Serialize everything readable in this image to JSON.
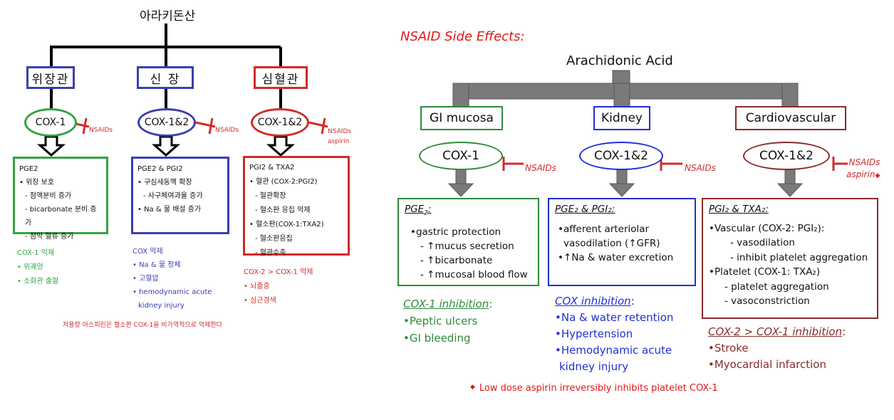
{
  "left": {
    "root": "아라키돈산",
    "branches": [
      {
        "title": "위장관",
        "color": "#3a3fae",
        "enzyme": "COX-1",
        "enzyme_color": "#2fa640",
        "inhibitors": [
          "NSAIDs"
        ],
        "mediator": "PGE2",
        "effects": [
          "• 위장 보호",
          "  - 점액분비 증가",
          "  - bicarbonate 분비 증가",
          "  - 점막 혈류 증가"
        ],
        "box_color": "#2fa640",
        "inhibition_title": "COX-1 억제",
        "inhibition_color": "#2fa640",
        "inhibition_items": [
          "• 위궤양",
          "• 소화관 출혈"
        ]
      },
      {
        "title": "신 장",
        "color": "#3a3fae",
        "enzyme": "COX-1&2",
        "enzyme_color": "#3a3fae",
        "inhibitors": [
          "NSAIDs"
        ],
        "mediator": "PGE2 & PGI2",
        "effects": [
          "• 구심세동맥 확장",
          "  - 사구체여과율 증가",
          "• Na & 물 배설 증가"
        ],
        "box_color": "#3a3fae",
        "inhibition_title": "COX 억제",
        "inhibition_color": "#3a3fae",
        "inhibition_items": [
          "• Na & 물 정체",
          "• 고혈압",
          "• hemodynamic acute",
          "  kidney injury"
        ]
      },
      {
        "title": "심혈관",
        "color": "#d22b2b",
        "enzyme": "COX-1&2",
        "enzyme_color": "#d22b2b",
        "inhibitors": [
          "NSAIDs",
          "aspirin"
        ],
        "mediator": "PGI2 & TXA2",
        "effects": [
          "• 혈관 (COX-2:PGI2)",
          "  - 혈관확장",
          "  - 혈소판 응집 억제",
          "• 혈소판(COX-1:TXA2)",
          "  - 혈소판응집",
          "  - 혈관수축"
        ],
        "box_color": "#d22b2b",
        "inhibition_title": "COX-2 > COX-1 억제",
        "inhibition_color": "#d22b2b",
        "inhibition_items": [
          "• 뇌졸중",
          "• 심근경색"
        ]
      }
    ],
    "footnote": "저용량 아스피린은 혈소판 COX-1을 비가역적으로 억제한다"
  },
  "right": {
    "title": "NSAID Side Effects:",
    "root": "Arachidonic Acid",
    "branches": [
      {
        "title": "GI mucosa",
        "color": "#2f8a3a",
        "enzyme": "COX-1",
        "enzyme_color": "#2f8a3a",
        "inhibitor_label": "NSAIDs",
        "inhibitor_sub": "",
        "mediator_main": "PGE",
        "mediator_sub": "2",
        "mediator_rest": ":",
        "effects": [
          "•gastric protection",
          "- ↑mucus secretion",
          "- ↑bicarbonate",
          "- ↑mucosal blood flow"
        ],
        "inhibition_title": "COX-1 inhibition",
        "inhibition_suffix": ":",
        "inhibition_color": "#2f8a3a",
        "inhibition_items": [
          "•Peptic ulcers",
          "•GI bleeding"
        ]
      },
      {
        "title": "Kidney",
        "color": "#1f2fd6",
        "enzyme": "COX-1&2",
        "enzyme_color": "#1f2fd6",
        "inhibitor_label": "NSAIDs",
        "inhibitor_sub": "",
        "mediator_text": "PGE₂ & PGI₂:",
        "effects": [
          "•afferent arteriolar",
          "vasodilation (↑GFR)",
          "•↑Na & water excretion"
        ],
        "inhibition_title": "COX inhibition",
        "inhibition_suffix": ":",
        "inhibition_color": "#1f2fd6",
        "inhibition_items": [
          "•Na & water retention",
          "•Hypertension",
          "•Hemodynamic acute",
          " kidney injury"
        ]
      },
      {
        "title": "Cardiovascular",
        "color": "#8a2a2a",
        "enzyme": "COX-1&2",
        "enzyme_color": "#8a2a2a",
        "inhibitor_label": "NSAIDs",
        "inhibitor_sub": "aspirin",
        "mediator_text": "PGI₂ & TXA₂:",
        "effects": [
          "•Vascular (COX-2: PGI₂):",
          "- vasodilation",
          "- inhibit platelet aggregation",
          "•Platelet (COX-1: TXA₂)",
          "- platelet aggregation",
          "- vasoconstriction"
        ],
        "inhibition_title": "COX-2 > COX-1 inhibition",
        "inhibition_suffix": ":",
        "inhibition_color": "#8a2a2a",
        "inhibition_items": [
          "•Stroke",
          "•Myocardial infarction"
        ]
      }
    ],
    "footnote_marker": "◆",
    "footnote": "Low dose aspirin irreversibly inhibits platelet COX-1"
  }
}
